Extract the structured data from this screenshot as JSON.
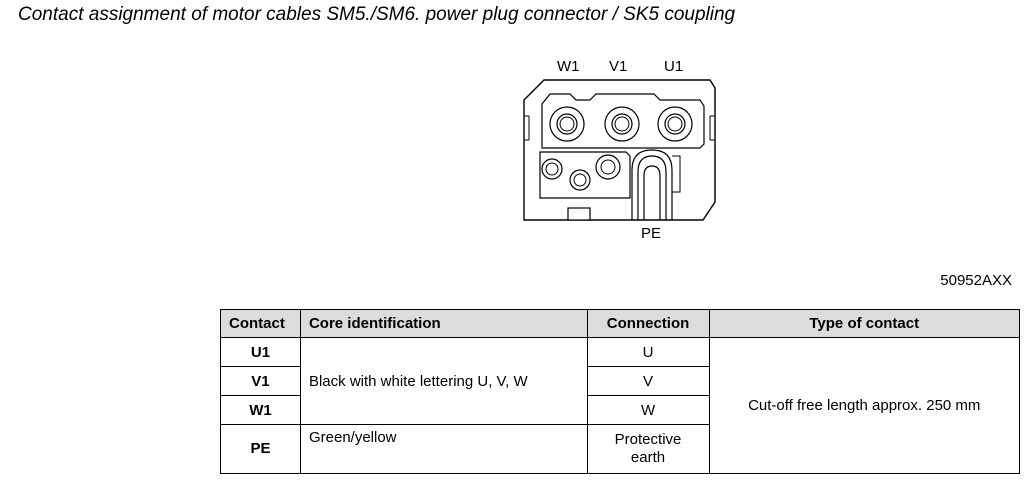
{
  "title": "Contact assignment of motor cables SM5./SM6. power plug connector / SK5 coupling",
  "diagram": {
    "labels": {
      "w1": "W1",
      "v1": "V1",
      "u1": "U1",
      "pe": "PE"
    }
  },
  "figure_id": "50952AXX",
  "table": {
    "headers": {
      "contact": "Contact",
      "core": "Core identification",
      "connection": "Connection",
      "type": "Type of contact"
    },
    "rows": [
      {
        "contact": "U1",
        "connection": "U"
      },
      {
        "contact": "V1",
        "connection": "V"
      },
      {
        "contact": "W1",
        "connection": "W"
      }
    ],
    "core_uvw": "Black with white lettering U, V, W",
    "type_all": "Cut-off free length approx. 250 mm",
    "pe": {
      "contact": "PE",
      "core": "Green/yellow",
      "connection_line1": "Protective",
      "connection_line2": "earth"
    }
  }
}
